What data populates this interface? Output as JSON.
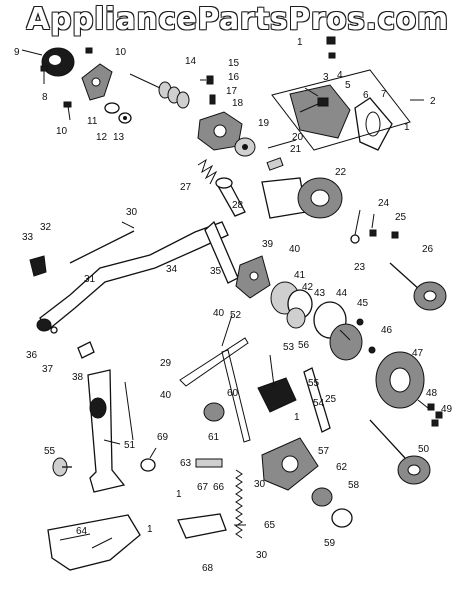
{
  "watermark": "AppliancePartsPros.com",
  "callouts": {
    "c1": "9",
    "c2": "8",
    "c3": "10",
    "c4": "10",
    "c5": "11",
    "c6": "12",
    "c7": "13",
    "c8": "14",
    "c9": "15",
    "c10": "16",
    "c11": "17",
    "c12": "18",
    "c13": "19",
    "c14": "20",
    "c15": "21",
    "c16": "22",
    "c17": "27",
    "c18": "28",
    "c19": "1",
    "c20": "3",
    "c21": "4",
    "c22": "5",
    "c23": "6",
    "c24": "7",
    "c25": "2",
    "c26": "1",
    "c27": "30",
    "c28": "32",
    "c29": "33",
    "c30": "31",
    "c31": "34",
    "c32": "35",
    "c33": "39",
    "c34": "40",
    "c35": "41",
    "c36": "42",
    "c37": "43",
    "c38": "44",
    "c39": "45",
    "c40": "46",
    "c41": "47",
    "c42": "24",
    "c43": "25",
    "c44": "23",
    "c45": "26",
    "c46": "36",
    "c47": "37",
    "c48": "38",
    "c49": "40",
    "c50": "52",
    "c51": "29",
    "c52": "40",
    "c53": "60",
    "c54": "53",
    "c55": "56",
    "c56": "55",
    "c57": "54",
    "c58": "25",
    "c59": "1",
    "c60": "61",
    "c61": "69",
    "c62": "51",
    "c63": "55",
    "c64": "63",
    "c65": "57",
    "c66": "62",
    "c67": "58",
    "c68": "30",
    "c69": "1",
    "c70": "67",
    "c71": "66",
    "c72": "1",
    "c73": "64",
    "c74": "68",
    "c75": "65",
    "c76": "30",
    "c77": "59",
    "c78": "48",
    "c79": "49",
    "c80": "50"
  }
}
